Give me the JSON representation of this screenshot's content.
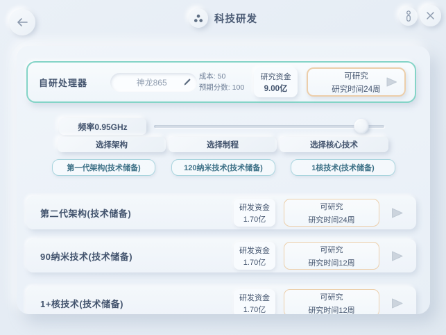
{
  "topbar": {
    "title": "科技研发",
    "icons": {
      "back": "arrow-left",
      "title_badge": "cluster-dots",
      "info": "person",
      "close": "x",
      "edit": "pencil",
      "play": "triangle-right"
    }
  },
  "processor": {
    "title": "自研处理器",
    "name_input": {
      "value": "神龙865"
    },
    "cost": "成本: 50",
    "expected_score": "预期分数: 100",
    "funds": {
      "label": "研究资金",
      "value": "9.00亿"
    },
    "action": {
      "state": "可研究",
      "time": "研究时间24周"
    }
  },
  "config": {
    "frequency_label": "频率0.95GHz",
    "slider_percent": 90,
    "select_buttons": [
      "选择架构",
      "选择制程",
      "选择核心技术"
    ],
    "selected_techs": [
      "第一代架构(技术储备)",
      "120纳米技术(技术储备)",
      "1核技术(技术储备)"
    ]
  },
  "research_rows": [
    {
      "name": "第二代架构(技术储备)",
      "funds_label": "研发资金",
      "funds_value": "1.70亿",
      "state": "可研究",
      "time": "研究时间24周"
    },
    {
      "name": "90纳米技术(技术储备)",
      "funds_label": "研发资金",
      "funds_value": "1.70亿",
      "state": "可研究",
      "time": "研究时间12周"
    },
    {
      "name": "1+核技术(技术储备)",
      "funds_label": "研发资金",
      "funds_value": "1.70亿",
      "state": "可研究",
      "time": "研究时间12周"
    }
  ],
  "colors": {
    "accent_teal": "#84d4c7",
    "accent_orange": "#ecceaa",
    "text_primary": "#42536d",
    "text_secondary": "#6f7f97",
    "tech_chip_text": "#3c7086"
  }
}
